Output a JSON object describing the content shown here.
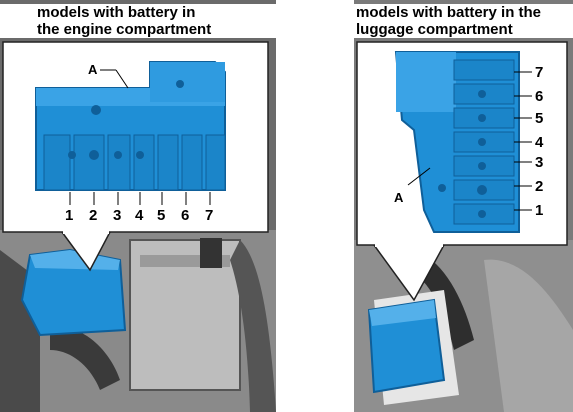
{
  "left_panel": {
    "caption_line1": "models with battery in",
    "caption_line2": "the engine compartment",
    "callout_label": "A",
    "fuse_numbers": [
      "1",
      "2",
      "3",
      "4",
      "5",
      "6",
      "7"
    ]
  },
  "right_panel": {
    "caption_line1": "models with battery in the",
    "caption_line2": "luggage compartment",
    "callout_label": "A",
    "fuse_numbers": [
      "7",
      "6",
      "5",
      "4",
      "3",
      "2",
      "1"
    ]
  },
  "colors": {
    "fuse_box_blue": "#1f8fd6",
    "fuse_box_dark": "#0f5f99"
  }
}
